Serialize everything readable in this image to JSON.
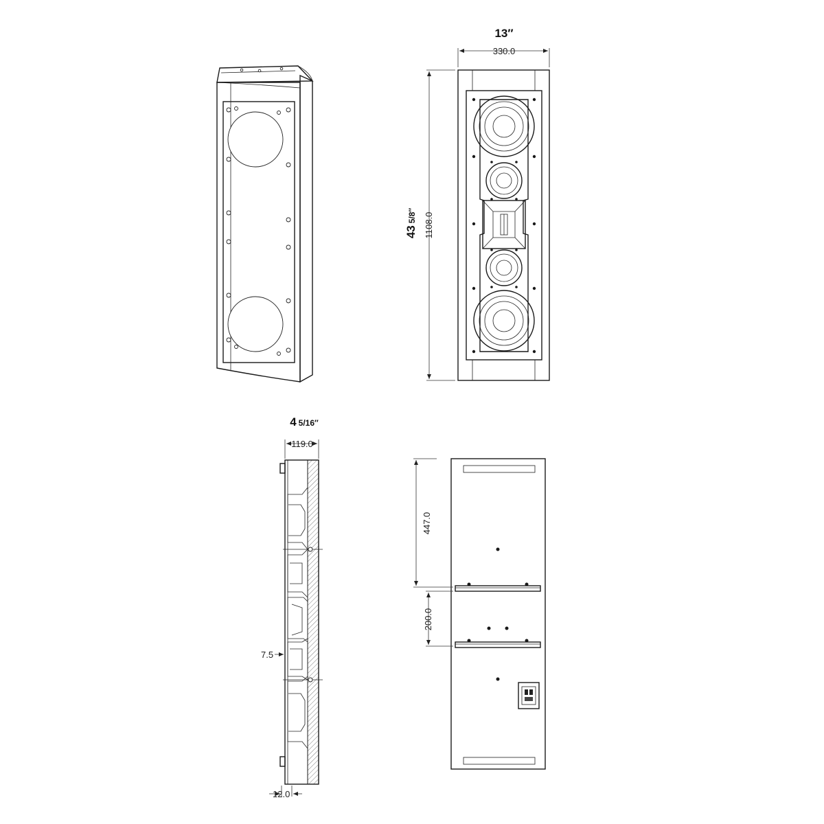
{
  "dimensions": {
    "width_in_whole": "13",
    "width_in_mark": "″",
    "width_mm": "330.0",
    "height_in_whole": "43",
    "height_in_frac": "5/8",
    "height_in_mark": "″",
    "height_mm": "1108.0",
    "depth_in_whole": "4",
    "depth_in_frac": "5/16",
    "depth_in_mark": "″",
    "depth_mm": "119.0",
    "flange_mm": "7.5",
    "baffle_mm": "12.0",
    "top_to_bracket_mm": "447.0",
    "bracket_spacing_mm": "200.0"
  },
  "colors": {
    "line": "#1a1a1a",
    "background": "#ffffff"
  }
}
